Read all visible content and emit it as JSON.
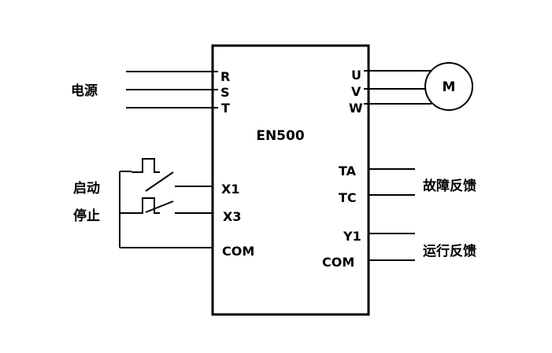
{
  "device": {
    "model": "EN500"
  },
  "power_input": {
    "label": "电源",
    "terminals": [
      "R",
      "S",
      "T"
    ]
  },
  "motor_output": {
    "terminals": [
      "U",
      "V",
      "W"
    ],
    "motor_label": "M"
  },
  "control_inputs": {
    "start_label": "启动",
    "stop_label": "停止",
    "terminals": [
      "X1",
      "X3",
      "COM"
    ]
  },
  "relay_outputs": {
    "fault_terminals": [
      "TA",
      "TC"
    ],
    "fault_label": "故障反馈",
    "run_terminals": [
      "Y1",
      "COM"
    ],
    "run_label": "运行反馈"
  }
}
